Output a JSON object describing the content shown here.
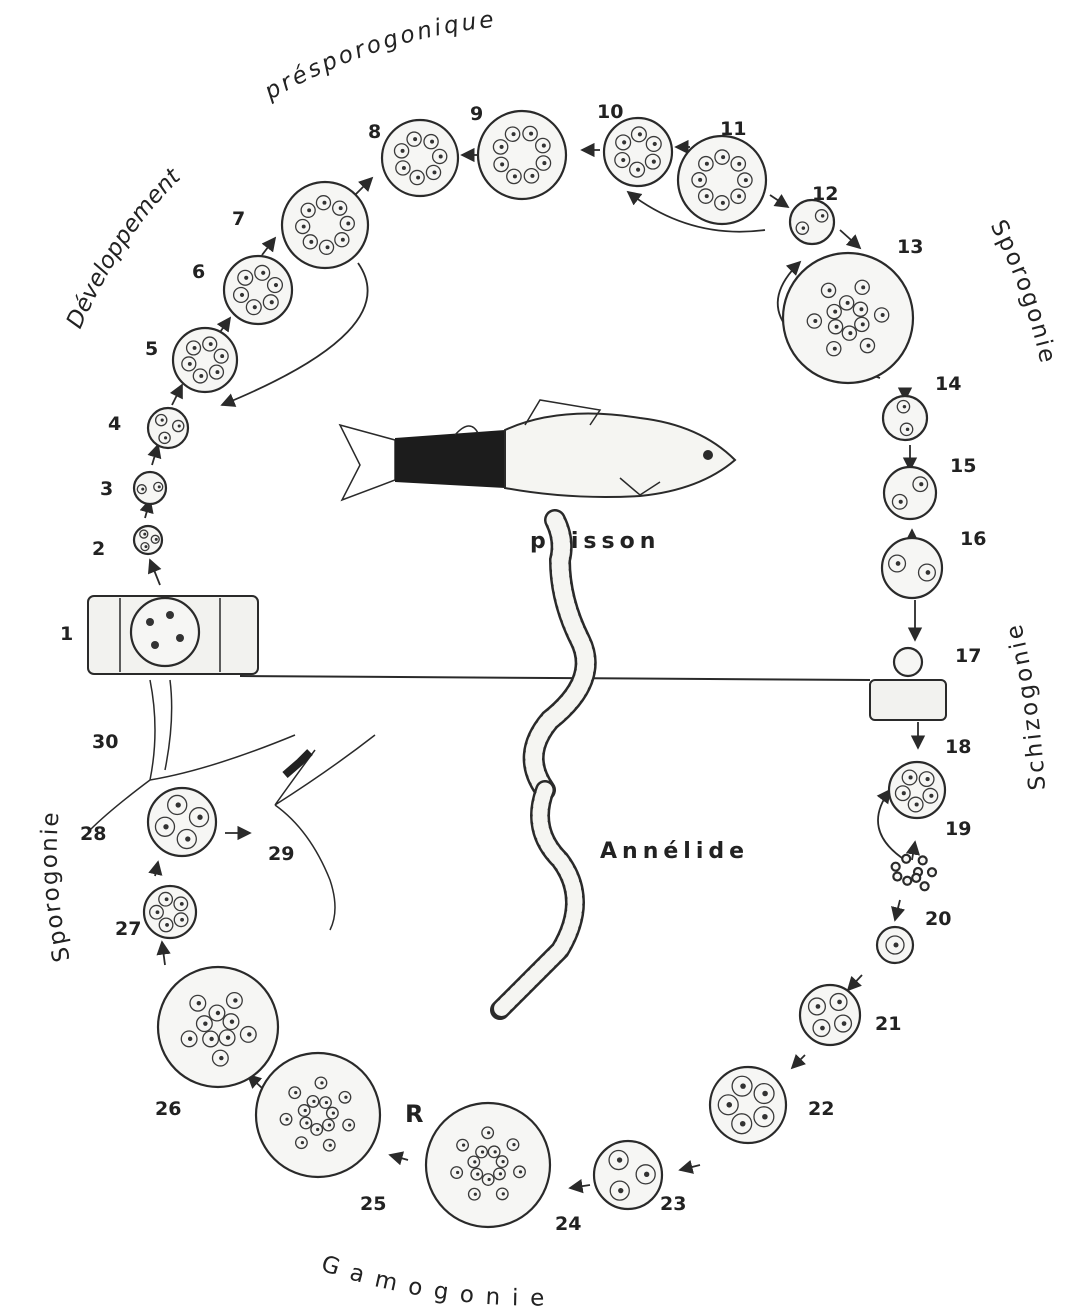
{
  "phases": {
    "dev_line1": "Développement",
    "dev_line2": "présporogonique",
    "sporogonie_fish": "Sporogonie",
    "schizogonie": "Schizogonie",
    "gamogonie": "Gamogonie",
    "sporogonie_worm": "Sporogonie"
  },
  "hosts": {
    "fish": "poisson",
    "worm": "Annélide"
  },
  "stage_labels": [
    "1",
    "2",
    "3",
    "4",
    "5",
    "6",
    "7",
    "8",
    "9",
    "10",
    "11",
    "12",
    "13",
    "14",
    "15",
    "16",
    "17",
    "18",
    "19",
    "20",
    "21",
    "22",
    "23",
    "24",
    "25",
    "26",
    "27",
    "28",
    "29",
    "30"
  ],
  "extra_mark": "R"
}
